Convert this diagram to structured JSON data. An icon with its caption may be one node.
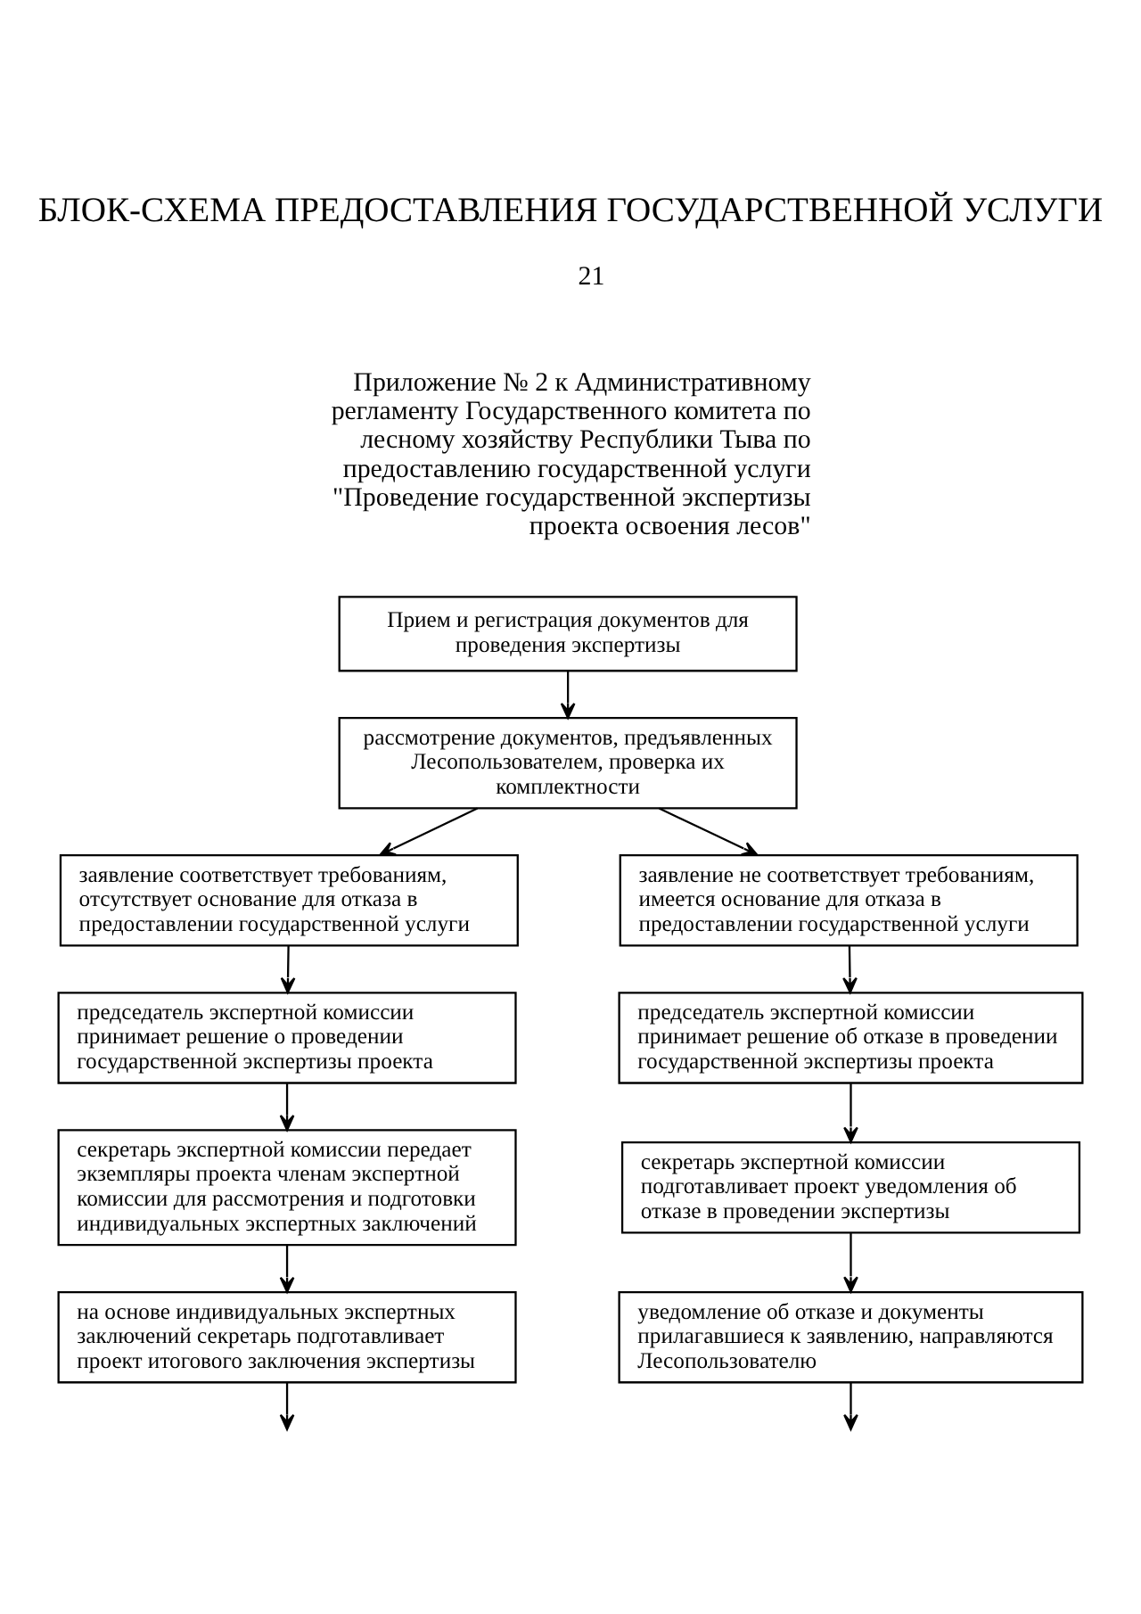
{
  "diagram": {
    "title": "БЛОК-СХЕМА ПРЕДОСТАВЛЕНИЯ ГОСУДАРСТВЕННОЙ УСЛУГИ",
    "nodes": [
      {
        "text": [
          "Прием и регистрация документов для проведения экспертизы"
        ]
      },
      {
        "text": [
          "рассмотрение документов, предъявленных Лесопользователем, проверка их комплектности"
        ]
      },
      {
        "text": [
          "заявление соответствует требованиям, отсутствует основание для отказа в предоставлении государственной услуги"
        ]
      },
      {
        "text": [
          "заявление не соответствует требованиям, имеется основание для отказа в предоставлении государственной услуги"
        ]
      },
      {
        "text": [
          "председатель экспертной комиссии принимает решение о проведении государственной экспертизы проекта"
        ]
      },
      {
        "text": [
          "председатель экспертной комиссии принимает решение об отказе в проведении государственной экспертизы проекта"
        ]
      },
      {
        "text": [
          "секретарь экспертной комиссии передает экземпляры проекта членам экспертной комиссии для рассмотрения и подготовки индивидуальных экспертных заключений"
        ]
      },
      {
        "text": [
          "секретарь экспертной комиссии подготавливает проект уведомления об отказе в проведении экспертизы"
        ]
      },
      {
        "text": [
          "на основе индивидуальных экспертных заключений секретарь подготавливает проект итогового заключения экспертизы"
        ]
      },
      {
        "text": [
          "уведомление об отказе и документы прилагавшиеся к заявлению, направляются Лесопользователю"
        ]
      }
    ],
    "edges": [
      {
        "from": 0,
        "to": 1,
        "arrow": "to"
      },
      {
        "from": 1,
        "to": 2,
        "arrow": "to"
      },
      {
        "from": 1,
        "to": 3,
        "arrow": "to"
      },
      {
        "from": 2,
        "to": 4,
        "arrow": "to"
      },
      {
        "from": 3,
        "to": 5,
        "arrow": "to"
      },
      {
        "from": 4,
        "to": 6,
        "arrow": "to"
      },
      {
        "from": 5,
        "to": 7,
        "arrow": "to"
      },
      {
        "from": 6,
        "to": 8,
        "arrow": "to"
      },
      {
        "from": 7,
        "to": 9,
        "arrow": "to"
      },
      {
        "from": 8,
        "to": null,
        "arrow": "to"
      },
      {
        "from": 9,
        "to": null,
        "arrow": "to"
      }
    ],
    "labels": [
      "21",
      "Приложение № 2 к Административному регламенту Государственного комитета по лесному хозяйству Республики Тыва по предоставлению государственной услуги \"Проведение государственной экспертизы проекта освоения лесов\""
    ]
  }
}
